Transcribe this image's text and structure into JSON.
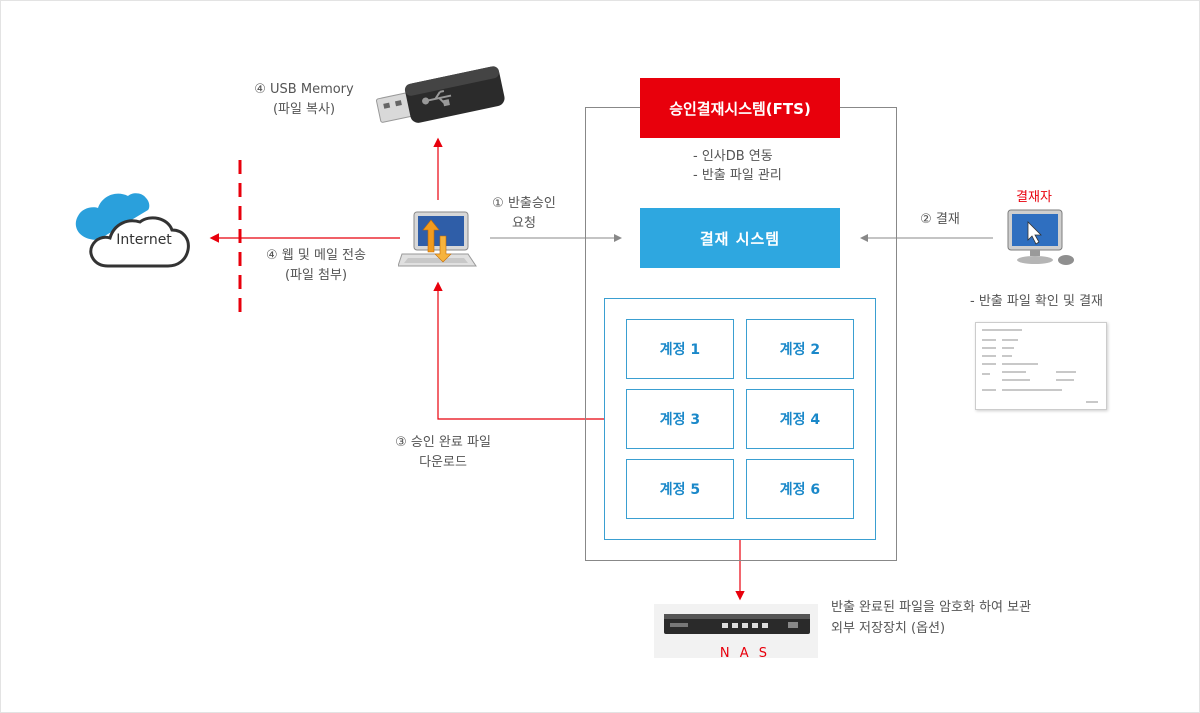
{
  "colors": {
    "red": "#e8000c",
    "blue": "#2ea7e0",
    "account_text": "#1a88c9",
    "line": "#888888"
  },
  "internet": {
    "label": "Internet"
  },
  "usb": {
    "line1": "④ USB Memory",
    "line2": "(파일 복사)"
  },
  "web_mail": {
    "line1": "④ 웹 및 메일 전송",
    "line2": "(파일 첨부)"
  },
  "request": {
    "line1": "① 반출승인",
    "line2": "요청"
  },
  "download": {
    "line1": "③ 승인 완료 파일",
    "line2": "다운로드"
  },
  "fts": {
    "title": "승인결재시스템(FTS)",
    "features": [
      "- 인사DB 연동",
      "- 반출 파일 관리"
    ]
  },
  "approval_system": {
    "title": "결재 시스템"
  },
  "accounts": [
    "계정 1",
    "계정 2",
    "계정 3",
    "계정 4",
    "계정 5",
    "계정 6"
  ],
  "approver": {
    "title": "결재자",
    "step": "② 결재",
    "note": "- 반출 파일 확인 및 결재"
  },
  "nas": {
    "label": "N A S",
    "desc_line1": "반출 완료된 파일을 암호화 하여 보관",
    "desc_line2": "외부 저장장치 (옵션)"
  }
}
